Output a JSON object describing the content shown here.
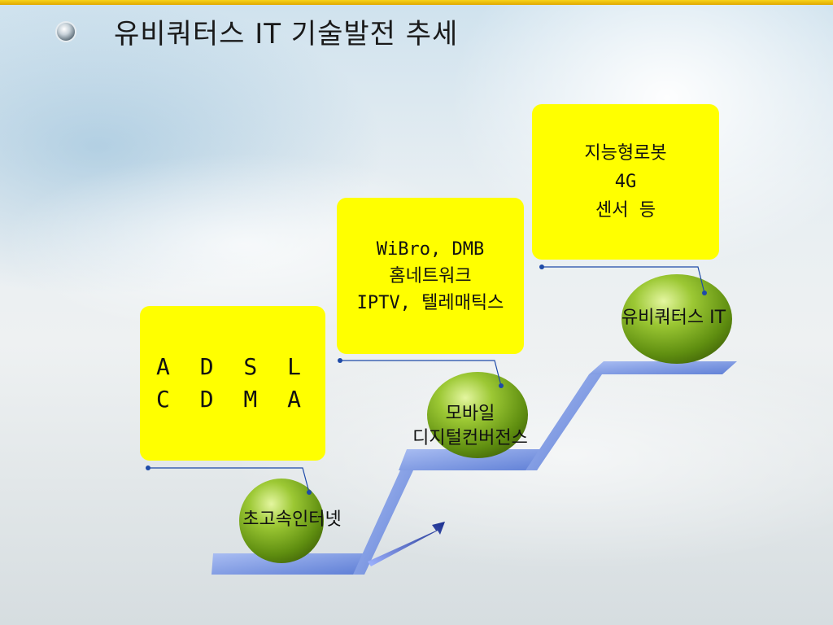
{
  "title": "유비쿼터스 IT 기술발전 추세",
  "colors": {
    "box_fill": "#ffff00",
    "ball_fill": "#7fb21e",
    "step_fill": "#7f9be6",
    "connector": "#1e4aa8",
    "top_bar": "#f0c000"
  },
  "stages": [
    {
      "label_lines": [
        "초고속인터넷"
      ],
      "box_lines": [
        "A D S L",
        "C D M A"
      ]
    },
    {
      "label_lines": [
        "모바일",
        "디지털컨버전스"
      ],
      "box_lines": [
        "WiBro, DMB",
        "홈네트워크",
        "IPTV, 텔레매틱스"
      ]
    },
    {
      "label_lines": [
        "유비쿼터스 IT"
      ],
      "box_lines": [
        "지능형로봇",
        "4G",
        "센서 등"
      ]
    }
  ]
}
